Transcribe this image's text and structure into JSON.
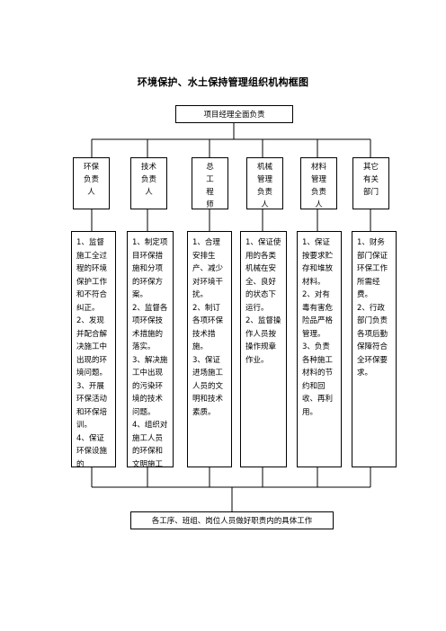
{
  "title": "环境保护、水土保持管理组织机构框图",
  "top": "项目经理全面负责",
  "bottom": "各工序、班组、岗位人员做好职责内的具体工作",
  "roles": [
    {
      "lines": [
        "环保",
        "负责",
        "人"
      ]
    },
    {
      "lines": [
        "技术",
        "负责",
        "人"
      ]
    },
    {
      "lines": [
        "总",
        "工",
        "程",
        "师"
      ]
    },
    {
      "lines": [
        "机械",
        "管理",
        "负责",
        "人"
      ]
    },
    {
      "lines": [
        "材料",
        "管理",
        "负责",
        "人"
      ]
    },
    {
      "lines": [
        "其它",
        "有关",
        "部门"
      ]
    }
  ],
  "duties": [
    {
      "items": [
        "1、监督施工全过程的环境保护工作和不符合纠正。",
        "2、发现并配合解决施工中出现的环境问题。",
        "3、开展环保活动和环保培训。",
        "4、保证环保设施的"
      ]
    },
    {
      "items": [
        "1、制定项目环保措施和分项的环保方案。",
        "2、监督各项环保技术措施的落实。",
        "3、解决施工中出现的污染环境的技术问题。",
        "4、组织对施工人员的环保和文明施工"
      ]
    },
    {
      "items": [
        "1、合理安排生产、减少对环境干扰。",
        "2、制订各项环保技术措施。",
        "3、保证进场施工人员的文明和技术素质。"
      ]
    },
    {
      "items": [
        "1、保证使用的各类机械在安全、良好的状态下运行。",
        "2、监督操作人员按操作规章作业。"
      ]
    },
    {
      "items": [
        "1、保证按要求贮存和堆放材料。",
        "2、对有毒有害危险品严格管理。",
        "3、负责各种施工材料的节约和回收、再利用。"
      ]
    },
    {
      "items": [
        "1、财务部门保证环保工作所需经费。",
        "2、行政部门负责各项后勤保障符合全环保要求。"
      ]
    }
  ]
}
